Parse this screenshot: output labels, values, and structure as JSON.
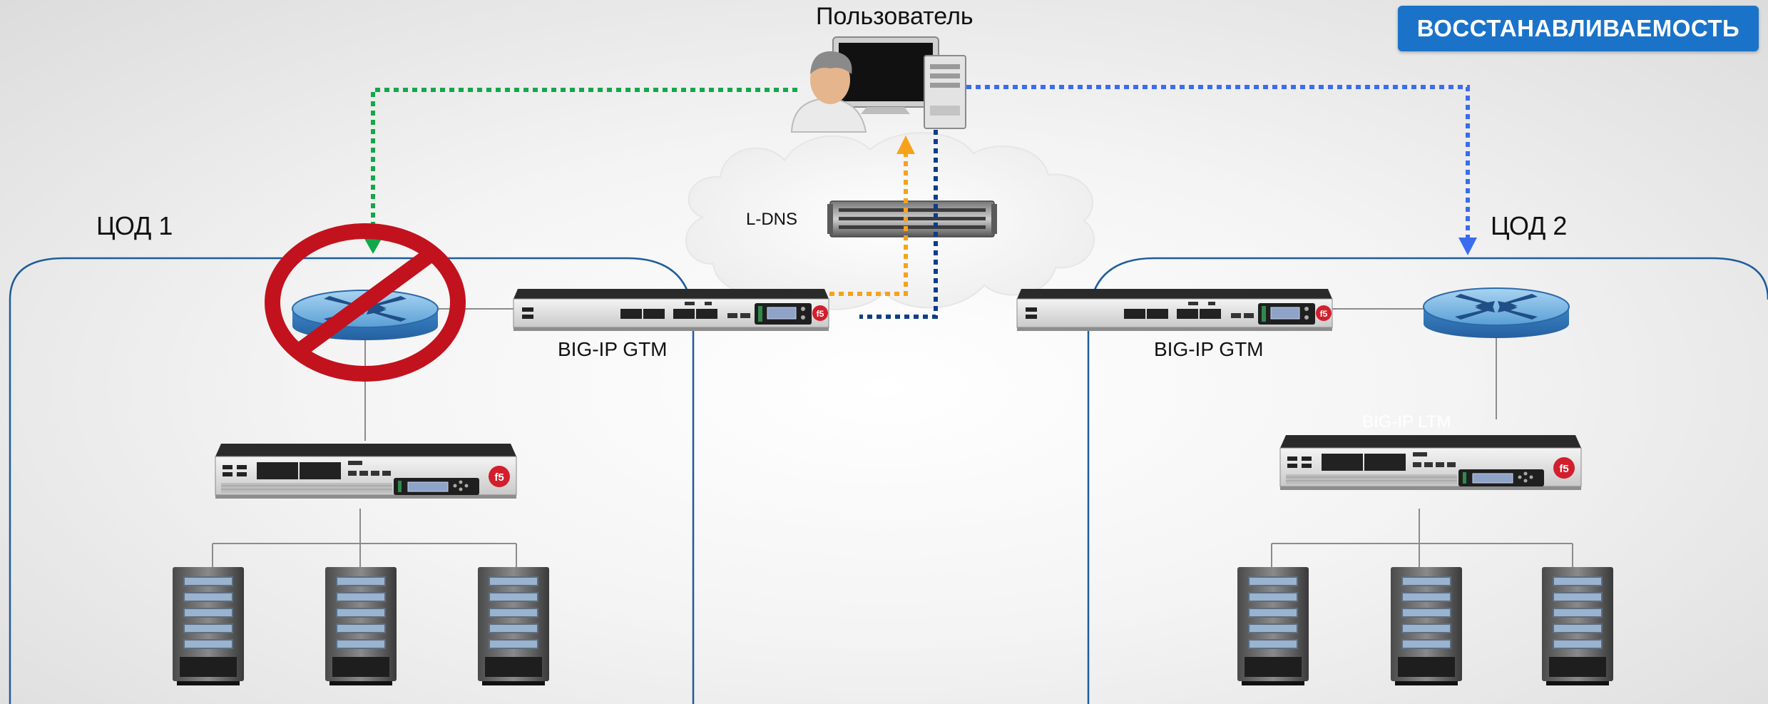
{
  "badge": {
    "label": "ВОССТАНАВЛИВАЕМОСТЬ",
    "color": "#1a73c8"
  },
  "user": {
    "label": "Пользователь"
  },
  "ldns": {
    "label": "L-DNS"
  },
  "dc1": {
    "label": "ЦОД 1",
    "gtm_label": "BIG-IP GTM",
    "router_status": "failed"
  },
  "dc2": {
    "label": "ЦОД 2",
    "gtm_label": "BIG-IP GTM",
    "ltm_label": "BIG-IP LTM"
  },
  "colors": {
    "path_to_dc1": "#11a84a",
    "path_to_dc2": "#3b6cf0",
    "dns_response": "#f7a21b",
    "dns_query": "#0e3d8c",
    "failure_mark": "#d0021b",
    "dc_border": "#1e5c9b"
  },
  "icons": [
    "user-icon",
    "computer-icon",
    "ldns-server-icon",
    "router-icon",
    "prohibited-icon",
    "gtm-appliance-icon",
    "ltm-appliance-icon",
    "server-icon",
    "cloud-icon"
  ]
}
